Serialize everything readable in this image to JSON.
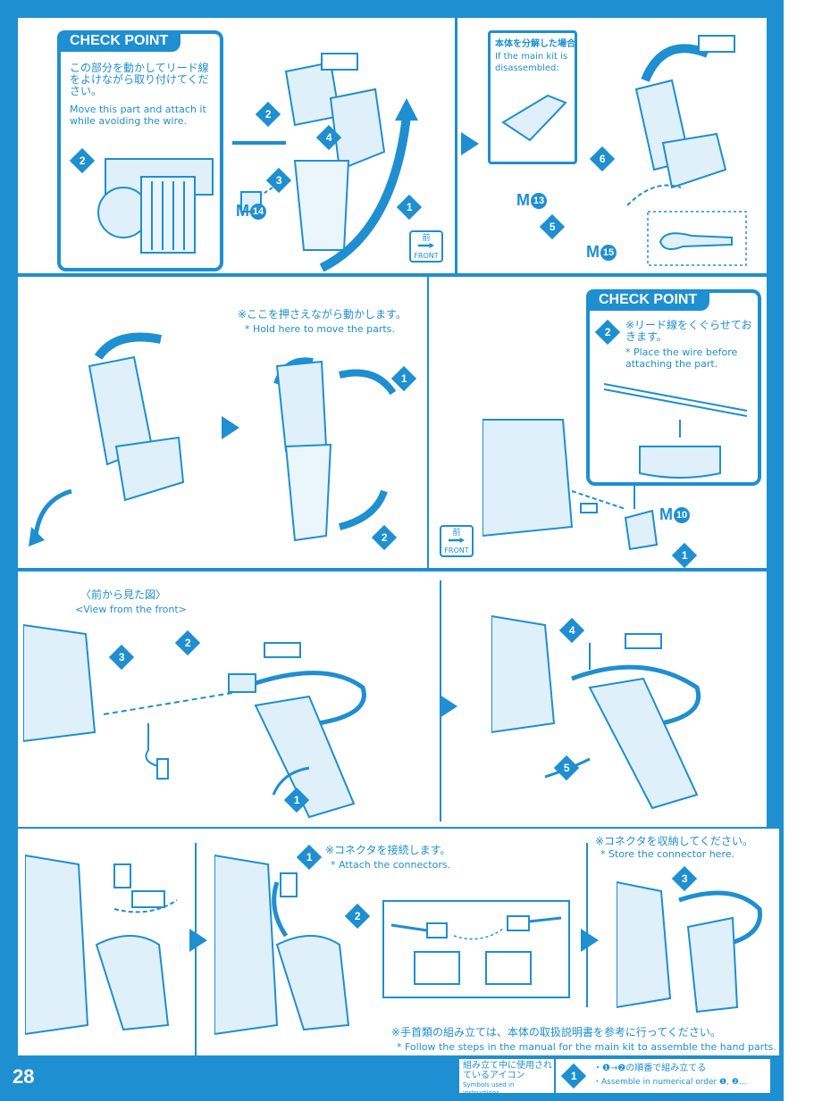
{
  "page_number": "28",
  "step1": {
    "check_point_title": "CHECK POINT",
    "check_jp": "この部分を動かしてリード線をよけながら取り付けてください。",
    "check_en": "Move this part and attach it while avoiding the wire.",
    "badge_check": "2",
    "steps": [
      "1",
      "2",
      "3",
      "4"
    ],
    "part_label": "M",
    "part_num": "14",
    "front_jp": "前",
    "front_en": "FRONT"
  },
  "step2": {
    "disassembled_jp": "本体を分解した場合",
    "disassembled_en": "If the main kit is disassembled:",
    "steps": [
      "5",
      "6"
    ],
    "part_m13": "M",
    "part_m13_num": "13",
    "part_m15": "M",
    "part_m15_num": "15"
  },
  "step3": {
    "hold_jp": "※ここを押さえながら動かします。",
    "hold_en": "* Hold here to move the parts.",
    "steps": [
      "1",
      "2"
    ]
  },
  "step4": {
    "check_point_title": "CHECK POINT",
    "badge": "2",
    "note_jp": "※リード線をくぐらせておきます。",
    "note_en": "* Place the wire before attaching the part.",
    "part": "M",
    "part_num": "10",
    "step": "1",
    "front_jp": "前",
    "front_en": "FRONT"
  },
  "step5": {
    "view_jp": "〈前から見た図〉",
    "view_en": "<View from the front>",
    "steps": [
      "1",
      "2",
      "3",
      "4",
      "5"
    ]
  },
  "step6": {
    "attach_jp": "※コネクタを接続します。",
    "attach_en": "* Attach the connectors.",
    "store_jp": "※コネクタを収納してください。",
    "store_en": "* Store the connector here.",
    "hand_jp": "※手首類の組み立ては、本体の取扱説明書を参考に行ってください。",
    "hand_en": "* Follow the steps in the manual for the main kit to assemble the hand parts.",
    "steps": [
      "1",
      "2",
      "3"
    ]
  },
  "footer": {
    "symbols_jp": "組み立て中に使用されているアイコン",
    "symbols_en": "Symbols used in instructions",
    "big_badge": "1",
    "order_jp": "・❶→❷の順番で組み立てる",
    "order_en": "・Assemble in numerical order ❶, ❷..."
  },
  "colors": {
    "accent": "#1e8fd0",
    "paper": "#ffffff"
  }
}
